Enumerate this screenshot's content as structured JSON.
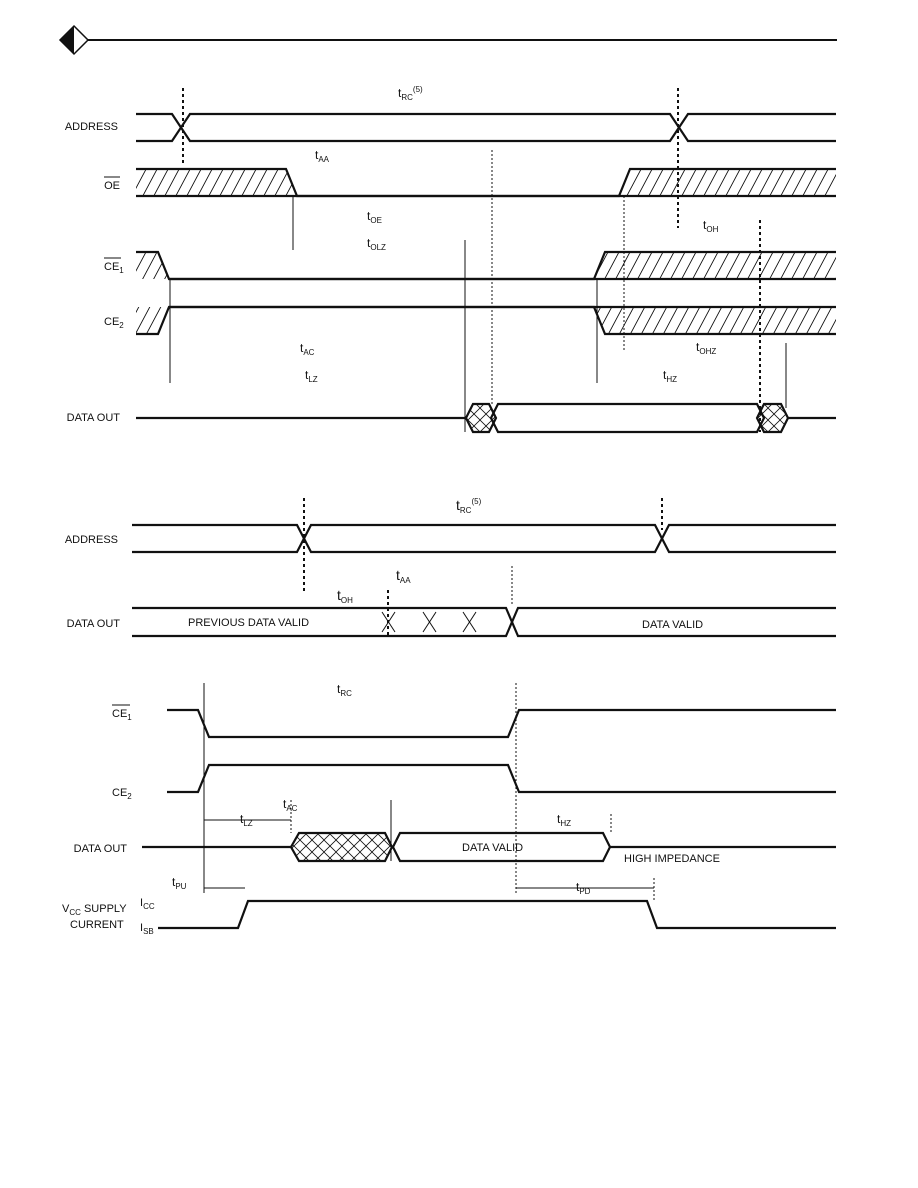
{
  "header": {
    "logo": "diamond-logo-icon"
  },
  "diagram1": {
    "signals": {
      "address": "ADDRESS",
      "oe": "OE",
      "ce1": "CE",
      "ce1_sub": "1",
      "ce2": "CE",
      "ce2_sub": "2",
      "data_out": "DATA OUT"
    },
    "timing": {
      "trc": "t",
      "trc_sub": "RC",
      "trc_note": "(5)",
      "taa": "t",
      "taa_sub": "AA",
      "toe": "t",
      "toe_sub": "OE",
      "toh": "t",
      "toh_sub": "OH",
      "tolz": "t",
      "tolz_sub": "OLZ",
      "tac": "t",
      "tac_sub": "AC",
      "tohz": "t",
      "tohz_sub": "OHZ",
      "tlz": "t",
      "tlz_sub": "LZ",
      "thz": "t",
      "thz_sub": "HZ"
    }
  },
  "diagram2": {
    "signals": {
      "address": "ADDRESS",
      "data_out": "DATA OUT"
    },
    "timing": {
      "trc": "t",
      "trc_sub": "RC",
      "trc_note": "(5)",
      "taa": "t",
      "taa_sub": "AA",
      "toh": "t",
      "toh_sub": "OH"
    },
    "labels": {
      "previous": "PREVIOUS DATA VALID",
      "valid": "DATA VALID"
    }
  },
  "diagram3": {
    "signals": {
      "ce1": "CE",
      "ce1_sub": "1",
      "ce2": "CE",
      "ce2_sub": "2",
      "data_out": "DATA OUT",
      "vcc": "V",
      "vcc_sub": "CC",
      "vcc_rest": " SUPPLY",
      "current": "CURRENT",
      "icc": "I",
      "icc_sub": "CC",
      "isb": "I",
      "isb_sub": "SB"
    },
    "timing": {
      "trc": "t",
      "trc_sub": "RC",
      "tac": "t",
      "tac_sub": "AC",
      "tlz": "t",
      "tlz_sub": "LZ",
      "thz": "t",
      "thz_sub": "HZ",
      "tpu": "t",
      "tpu_sub": "PU",
      "tpd": "t",
      "tpd_sub": "PD"
    },
    "labels": {
      "valid": "DATA VALID",
      "high_z": "HIGH IMPEDANCE"
    }
  }
}
